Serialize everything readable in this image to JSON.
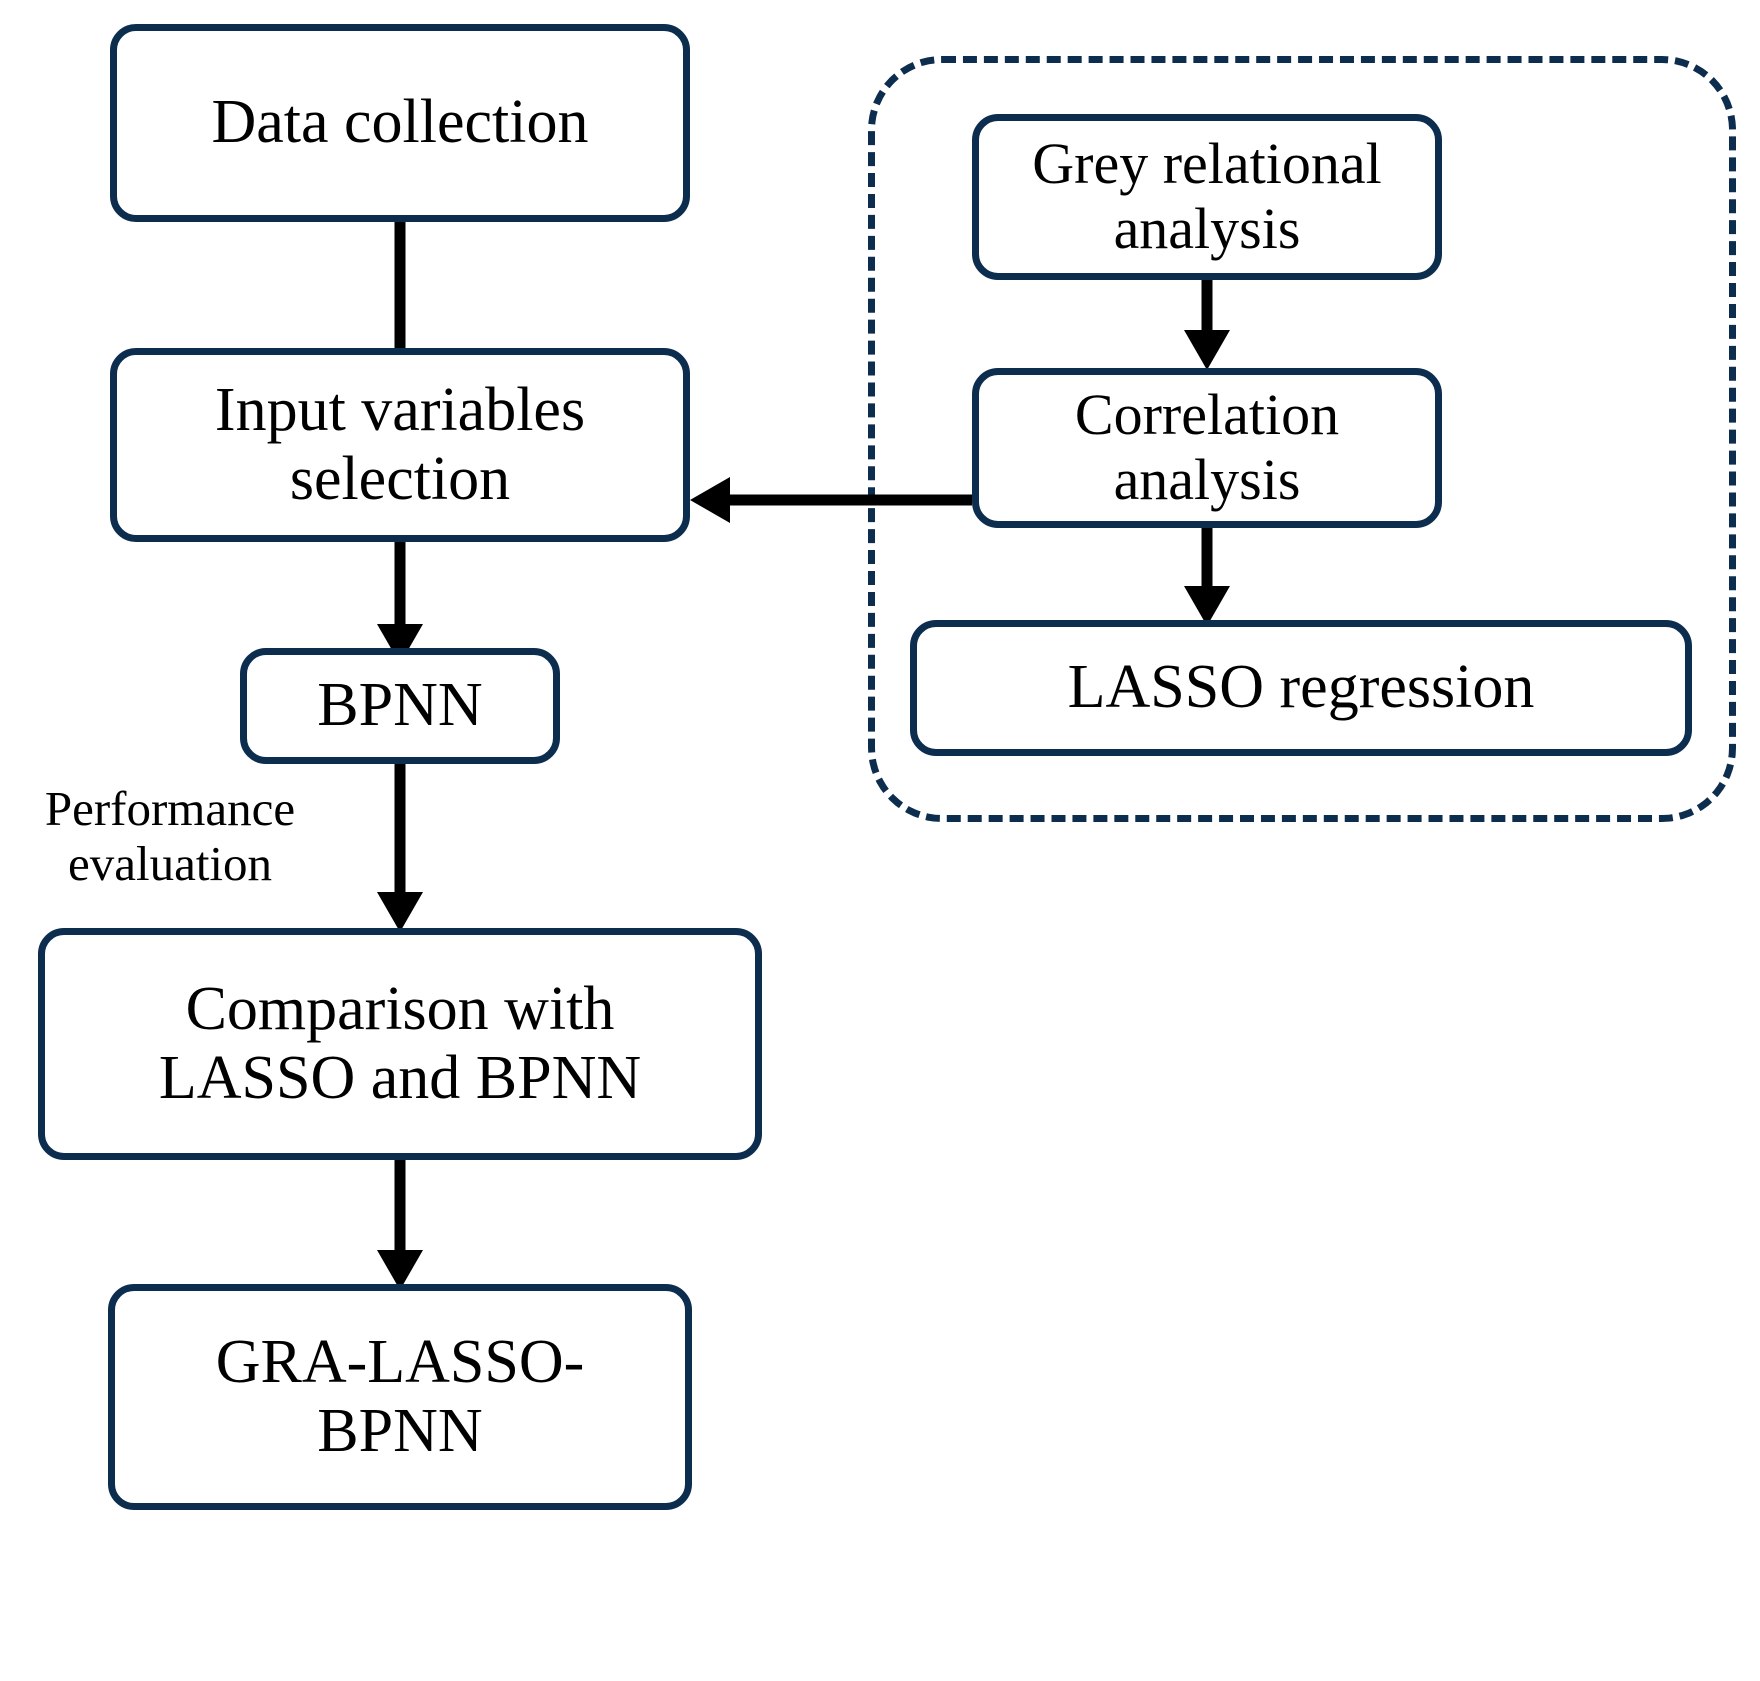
{
  "diagram": {
    "title": "GRA-LASSO-BPNN modelling workflow flowchart",
    "colors": {
      "node_border": "#0d2d4e",
      "group_border": "#0d2d4e",
      "arrow": "#000000",
      "text": "#000000",
      "background": "#ffffff"
    },
    "nodes": {
      "data_collection": {
        "label": "Data collection"
      },
      "input_variables_selection": {
        "label": "Input variables\nselection"
      },
      "bpnn": {
        "label": "BPNN"
      },
      "comparison": {
        "label": "Comparison with\nLASSO and BPNN"
      },
      "gra_lasso_bpnn": {
        "label": "GRA-LASSO-\nBPNN"
      },
      "grey_relational_analysis": {
        "label": "Grey relational\nanalysis"
      },
      "correlation_analysis": {
        "label": "Correlation\nanalysis"
      },
      "lasso_regression": {
        "label": "LASSO regression"
      }
    },
    "labels": {
      "performance_evaluation": "Performance\nevaluation"
    },
    "group": {
      "name": "variable-selection-methods-group",
      "style": "dashed"
    },
    "edges": [
      {
        "from": "data_collection",
        "to": "input_variables_selection",
        "direction": "down"
      },
      {
        "from": "input_variables_selection",
        "to": "bpnn",
        "direction": "down"
      },
      {
        "from": "bpnn",
        "to": "comparison",
        "direction": "down",
        "annotation": "Performance evaluation"
      },
      {
        "from": "comparison",
        "to": "gra_lasso_bpnn",
        "direction": "down"
      },
      {
        "from": "grey_relational_analysis",
        "to": "correlation_analysis",
        "direction": "down"
      },
      {
        "from": "correlation_analysis",
        "to": "lasso_regression",
        "direction": "down"
      },
      {
        "from": "group",
        "to": "input_variables_selection",
        "direction": "left"
      }
    ]
  }
}
